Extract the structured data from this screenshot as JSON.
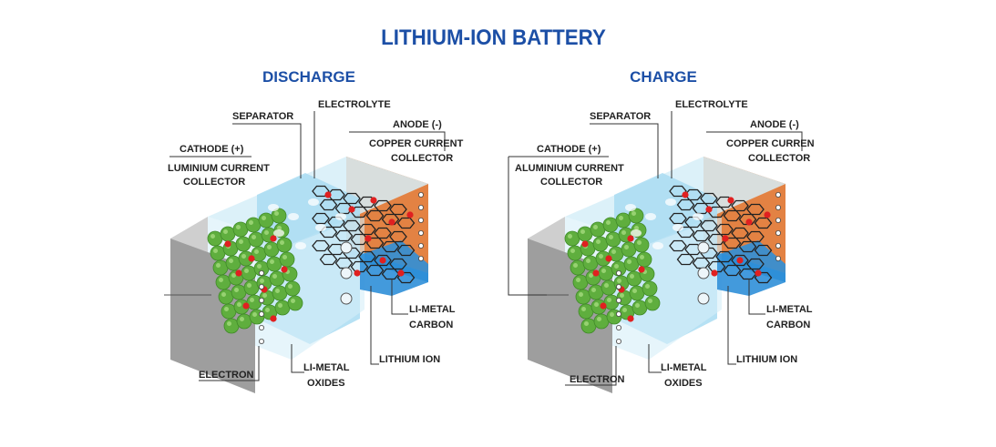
{
  "title": "LITHIUM-ION BATTERY",
  "colors": {
    "title": "#1c4fa6",
    "anode": "#e8884a",
    "separator": "#a9dcf2",
    "electrolyte": "#d6eef8",
    "cathode_particle": "#5fae3e",
    "lithium_ion": "#e02020",
    "metal_carbon": "#2f8fd8",
    "collector": "#9e9e9e"
  },
  "panels": [
    {
      "title": "DISCHARGE",
      "labels": {
        "separator": "SEPARATOR",
        "electrolyte": "ELECTROLYTE",
        "anode": "ANODE (-)",
        "copper_line1": "COPPER CURRENT",
        "copper_line2": "COLLECTOR",
        "cathode": "CATHODE (+)",
        "aluminium_line1": "LUMINIUM CURRENT",
        "aluminium_line2": "COLLECTOR",
        "li_metal_carbon_line1": "LI-METAL",
        "li_metal_carbon_line2": "CARBON",
        "lithium_ion": "LITHIUM ION",
        "electron": "ELECTRON",
        "li_metal_oxides_line1": "LI-METAL",
        "li_metal_oxides_line2": "OXIDES"
      }
    },
    {
      "title": "CHARGE",
      "labels": {
        "separator": "SEPARATOR",
        "electrolyte": "ELECTROLYTE",
        "anode": "ANODE (-)",
        "copper_line1": "COPPER CURREN",
        "copper_line2": "COLLECTOR",
        "cathode": "CATHODE (+)",
        "aluminium_line1": "ALUMINIUM CURRENT",
        "aluminium_line2": "COLLECTOR",
        "li_metal_carbon_line1": "LI-METAL",
        "li_metal_carbon_line2": "CARBON",
        "lithium_ion": "LITHIUM ION",
        "electron": "ELECTRON",
        "li_metal_oxides_line1": "LI-METAL",
        "li_metal_oxides_line2": "OXIDES"
      }
    }
  ]
}
